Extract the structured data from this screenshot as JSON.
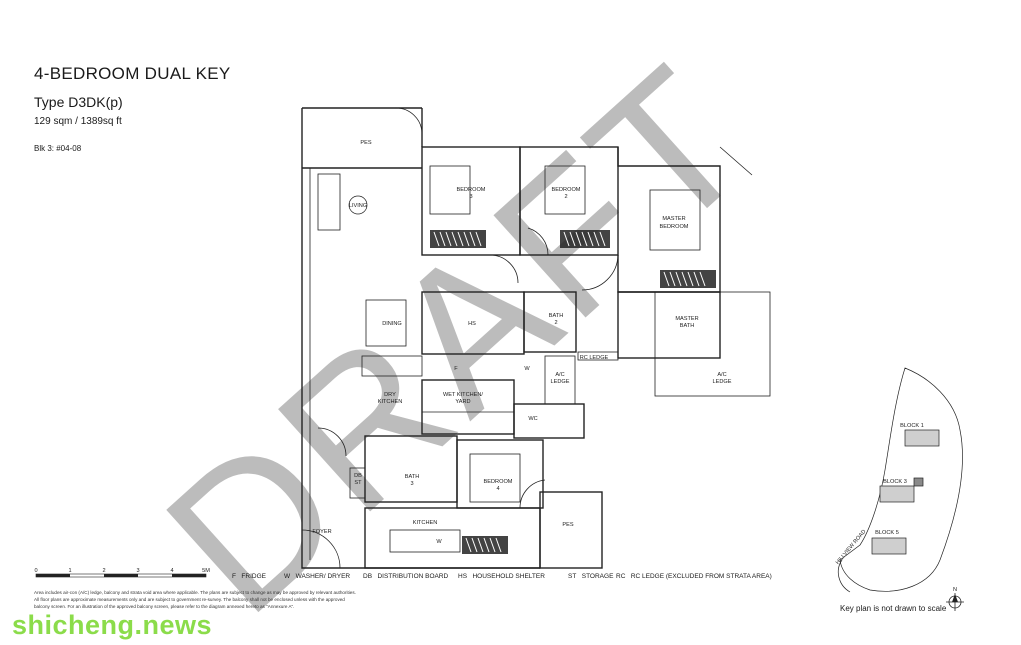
{
  "title": "4-BEDROOM DUAL KEY",
  "unit_type": "Type D3DK(p)",
  "area": "129 sqm / 1389sq ft",
  "block_unit": "Blk 3: #04-08",
  "rooms": {
    "pes_top": "PES",
    "living": "LIVING",
    "bedroom3_a": "BEDROOM",
    "bedroom3_b": "3",
    "bedroom2_a": "BEDROOM",
    "bedroom2_b": "2",
    "master_a": "MASTER",
    "master_b": "BEDROOM",
    "dining": "DINING",
    "hs": "HS",
    "bath2_a": "BATH",
    "bath2_b": "2",
    "master_bath_a": "MASTER",
    "master_bath_b": "BATH",
    "rc_ledge": "RC LEDGE",
    "ac_ledge_a": "A/C",
    "ac_ledge_b": "LEDGE",
    "ac_ledge2_a": "A/C",
    "ac_ledge2_b": "LEDGE",
    "f": "F",
    "w": "W",
    "w2": "W",
    "dry_kitchen_a": "DRY",
    "dry_kitchen_b": "KITCHEN",
    "wet_kitchen_a": "WET KITCHEN/",
    "wet_kitchen_b": "YARD",
    "wc": "WC",
    "db": "DB",
    "st": "ST",
    "bath3_a": "BATH",
    "bath3_b": "3",
    "bedroom4_a": "BEDROOM",
    "bedroom4_b": "4",
    "kitchen": "KITCHEN",
    "pes_bottom": "PES",
    "foyer": "FOYER"
  },
  "scale": {
    "ticks": [
      "0",
      "1",
      "2",
      "3",
      "4",
      "5M"
    ]
  },
  "legend": [
    {
      "code": "F",
      "label": "FRIDGE"
    },
    {
      "code": "W",
      "label": "WASHER/ DRYER"
    },
    {
      "code": "DB",
      "label": "DISTRIBUTION BOARD"
    },
    {
      "code": "HS",
      "label": "HOUSEHOLD SHELTER"
    },
    {
      "code": "ST",
      "label": "STORAGE"
    },
    {
      "code": "RC",
      "label": "RC LEDGE (EXCLUDED FROM STRATA AREA)"
    }
  ],
  "notes": [
    "Area includes air-con (A/C) ledge, balcony and strata void area where applicable. The plans are subject to change as may be approved by relevant authorities.",
    "All floor plans are approximate measurements only and are subject to government re-survey. The balcony shall not be enclosed unless with the approved",
    "balcony screen. For an illustration of the approved balcony screen, please refer to the diagram annexed hereto as \"Annexure A\"."
  ],
  "key_plan": {
    "block1": "BLOCK 1",
    "block3": "BLOCK 3",
    "block5": "BLOCK 5",
    "road": "HILLVIEW ROAD",
    "note": "Key plan is not drawn to scale",
    "north": "N"
  },
  "draft_stamp": "DRAFT",
  "watermark": "shicheng.news"
}
